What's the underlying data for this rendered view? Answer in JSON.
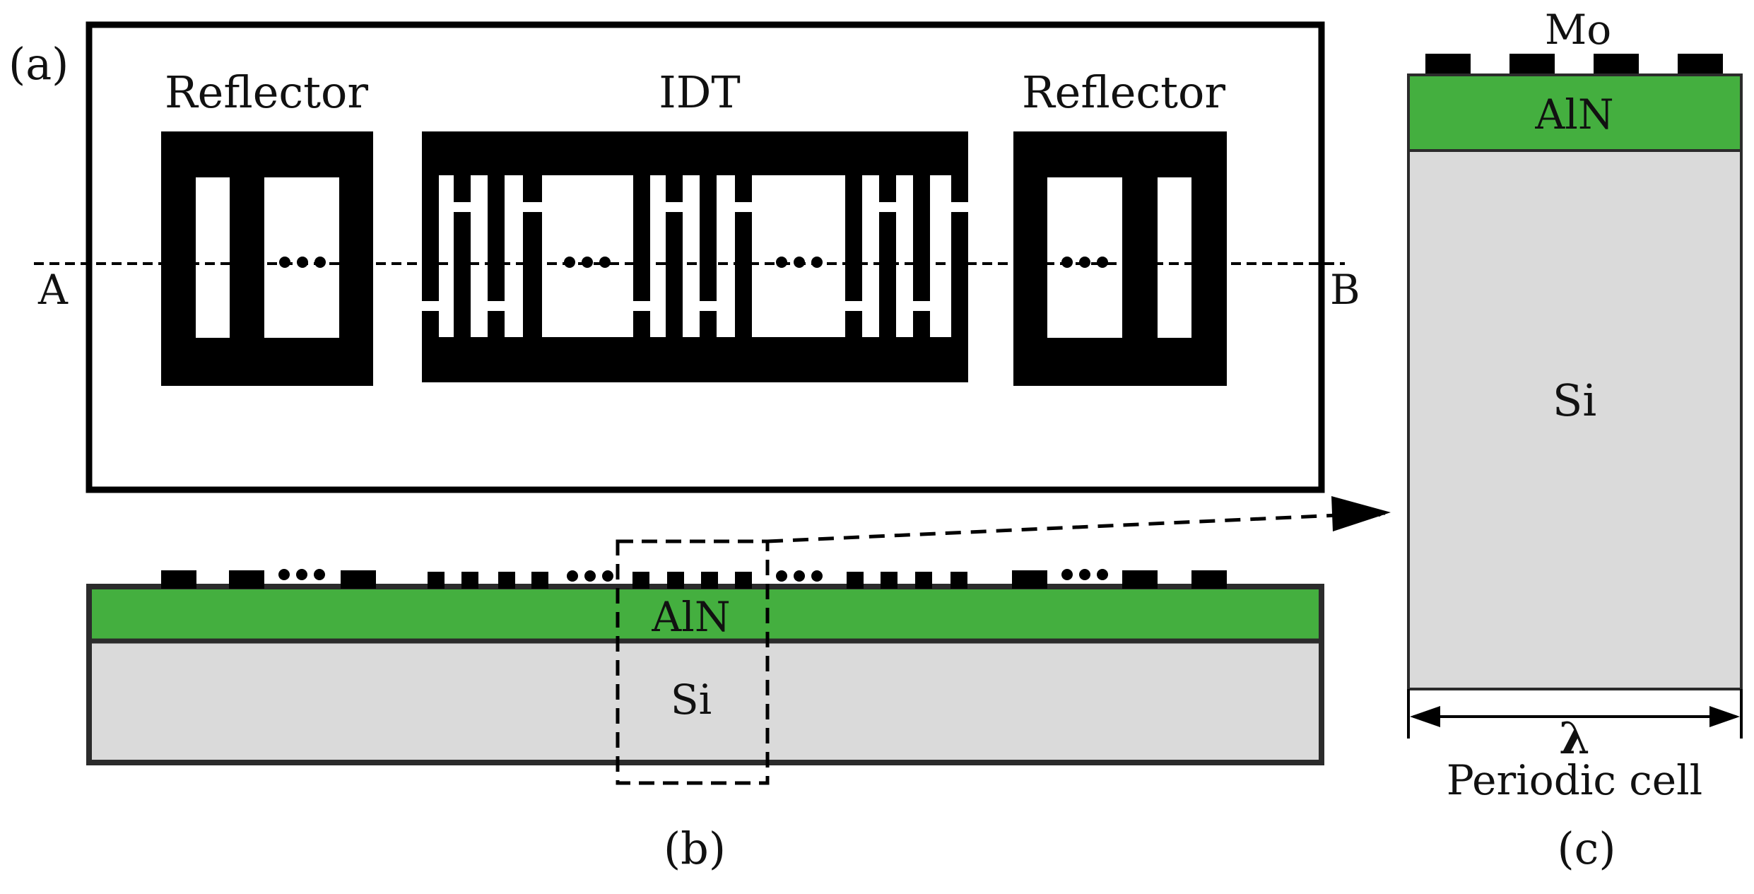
{
  "panel_a": {
    "label": "(a)",
    "reflector_left_title": "Reflector",
    "idt_title": "IDT",
    "reflector_right_title": "Reflector",
    "section_start": "A",
    "section_end": "B"
  },
  "panel_b": {
    "label": "(b)",
    "layer_top": "AlN",
    "layer_bottom": "Si"
  },
  "panel_c": {
    "label": "(c)",
    "electrode": "Mo",
    "layer_top": "AlN",
    "layer_bottom": "Si",
    "period_symbol": "λ",
    "period_caption": "Periodic cell"
  },
  "colors": {
    "aln": "#44af3f",
    "si": "#dadada",
    "metal": "#000000"
  }
}
